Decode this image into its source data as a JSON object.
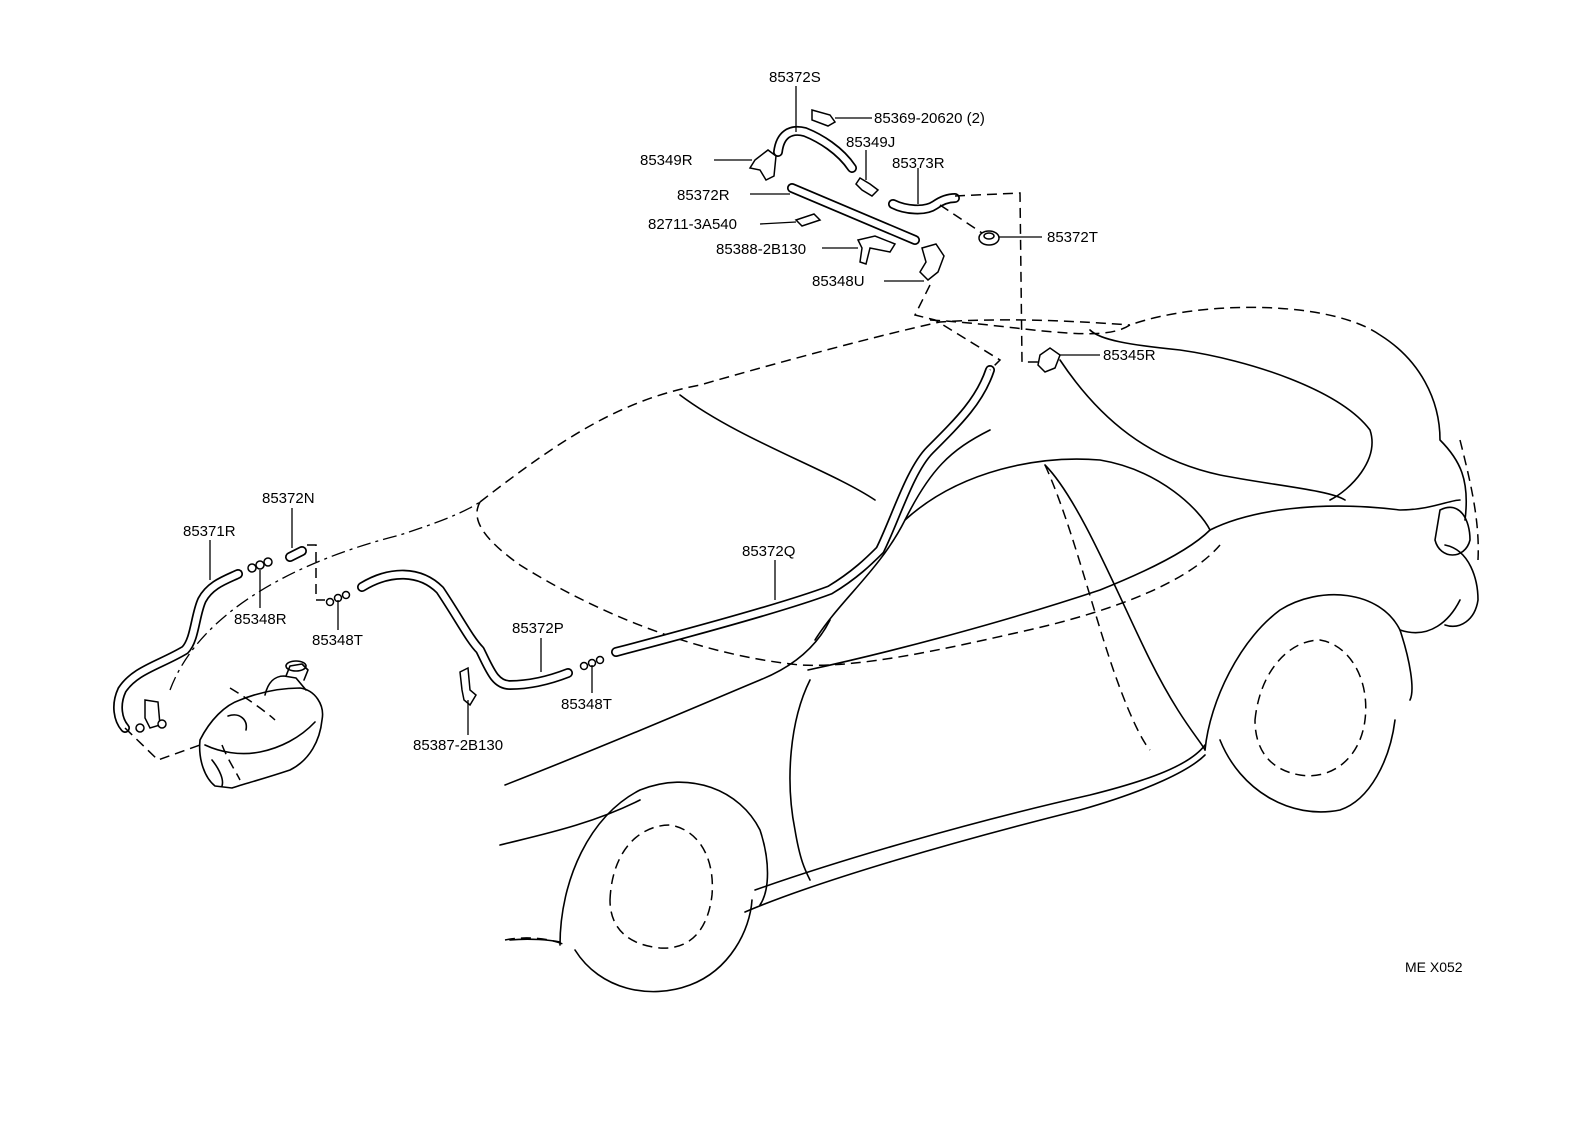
{
  "diagram_code": "ME X052",
  "parts": [
    {
      "id": "p-85372S",
      "label": "85372S"
    },
    {
      "id": "p-85369",
      "label": "85369-20620 (2)"
    },
    {
      "id": "p-85349J",
      "label": "85349J"
    },
    {
      "id": "p-85349R",
      "label": "85349R"
    },
    {
      "id": "p-85373R",
      "label": "85373R"
    },
    {
      "id": "p-85372R",
      "label": "85372R"
    },
    {
      "id": "p-82711",
      "label": "82711-3A540"
    },
    {
      "id": "p-85372T",
      "label": "85372T"
    },
    {
      "id": "p-85388",
      "label": "85388-2B130"
    },
    {
      "id": "p-85348U",
      "label": "85348U"
    },
    {
      "id": "p-85345R",
      "label": "85345R"
    },
    {
      "id": "p-85372N",
      "label": "85372N"
    },
    {
      "id": "p-85371R",
      "label": "85371R"
    },
    {
      "id": "p-85348R",
      "label": "85348R"
    },
    {
      "id": "p-85348T-a",
      "label": "85348T"
    },
    {
      "id": "p-85372P",
      "label": "85372P"
    },
    {
      "id": "p-85372Q",
      "label": "85372Q"
    },
    {
      "id": "p-85348T-b",
      "label": "85348T"
    },
    {
      "id": "p-85387",
      "label": "85387-2B130"
    }
  ]
}
